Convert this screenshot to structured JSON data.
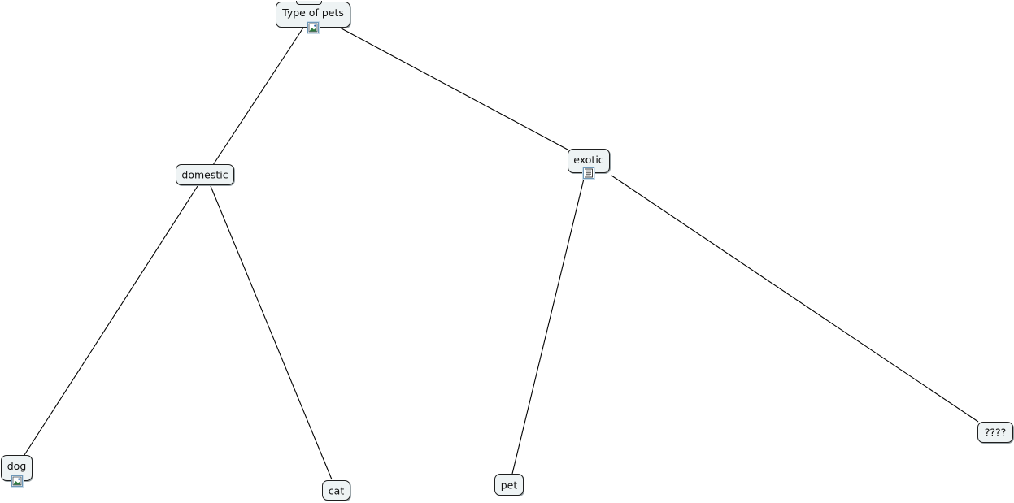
{
  "concept_map": {
    "root": {
      "label": "Type of pets",
      "attachment_icon": "image-icon"
    },
    "domestic": {
      "label": "domestic"
    },
    "exotic": {
      "label": "exotic",
      "attachment_icon": "document-icon"
    },
    "dog": {
      "label": "dog",
      "attachment_icon": "image-icon"
    },
    "cat": {
      "label": "cat"
    },
    "pet": {
      "label": "pet"
    },
    "unknown": {
      "label": "????"
    }
  },
  "colors": {
    "node_fill": "#eef3f4",
    "node_border": "#1f1f1f",
    "icon_frame": "#6e98b8",
    "link": "#000000"
  }
}
